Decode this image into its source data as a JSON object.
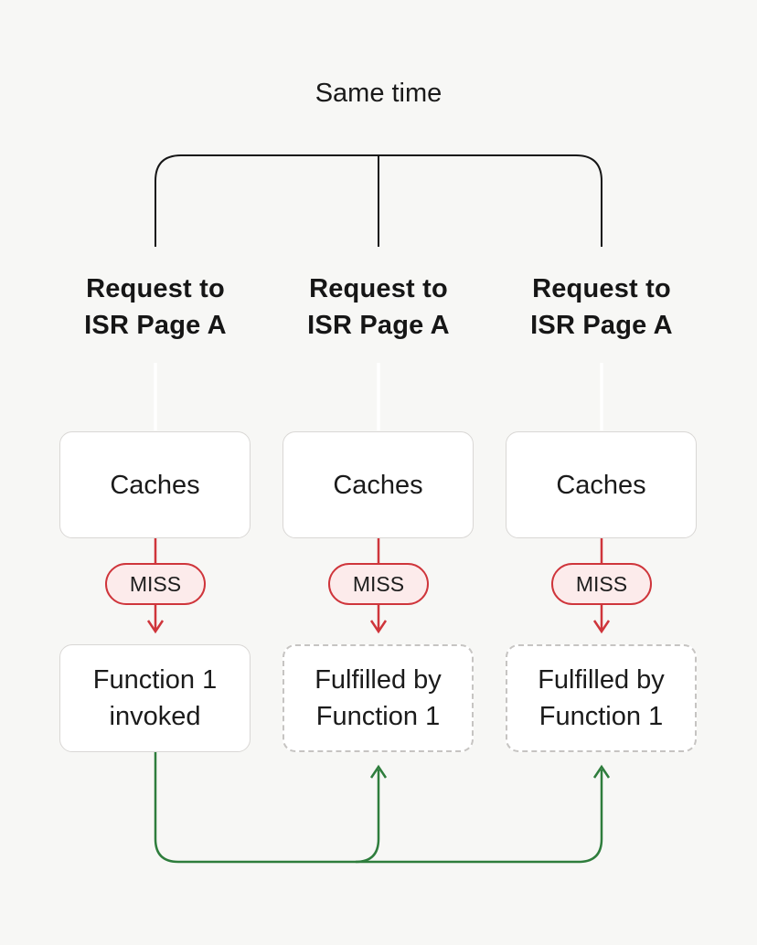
{
  "title": "Same time",
  "colors": {
    "background": "#f7f7f5",
    "bracket_line": "#161616",
    "text": "#1a1a1a",
    "red": "#cf353b",
    "red_fill": "#fcebeb",
    "green": "#2e7d3c",
    "box_border": "#d9d7d5",
    "dashed_border": "#c6c4c2",
    "connector_white": "#ffffff"
  },
  "columns": [
    {
      "request": {
        "line1": "Request to",
        "line2": "ISR Page A"
      },
      "cache_label": "Caches",
      "miss_label": "MISS",
      "result": {
        "line1": "Function 1",
        "line2": "invoked",
        "style": "solid"
      }
    },
    {
      "request": {
        "line1": "Request to",
        "line2": "ISR Page A"
      },
      "cache_label": "Caches",
      "miss_label": "MISS",
      "result": {
        "line1": "Fulfilled by",
        "line2": "Function 1",
        "style": "dashed"
      }
    },
    {
      "request": {
        "line1": "Request to",
        "line2": "ISR Page A"
      },
      "cache_label": "Caches",
      "miss_label": "MISS",
      "result": {
        "line1": "Fulfilled by",
        "line2": "Function 1",
        "style": "dashed"
      }
    }
  ]
}
